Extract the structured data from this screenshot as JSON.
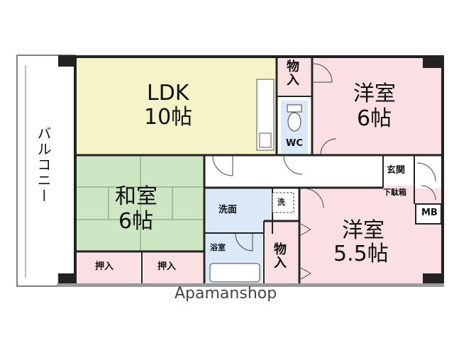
{
  "rooms": {
    "ldk": {
      "name": "LDK",
      "size": "10帖"
    },
    "western_a": {
      "name": "洋室",
      "size": "6帖"
    },
    "japanese": {
      "name": "和室",
      "size": "6帖"
    },
    "western_b": {
      "name": "洋室",
      "size": "5.5帖"
    }
  },
  "labels": {
    "balcony": "バルコニー",
    "storage_top": "物\n入",
    "wc": "WC",
    "entrance": "玄関",
    "shoe_box": "下駄箱",
    "meter_box": "MB",
    "washroom": "洗面",
    "washer": "洗",
    "bath": "浴室",
    "storage_mid": "物\n入",
    "closet_left": "押入",
    "closet_right": "押入"
  },
  "brand": "Apamanshop",
  "colors": {
    "ldk": "#f5f3c8",
    "western": "#fbe0e3",
    "japanese": "#cfe6c4",
    "wet": "#dbe8f7",
    "storage": "#fbe0e3",
    "wall": "#222222"
  }
}
